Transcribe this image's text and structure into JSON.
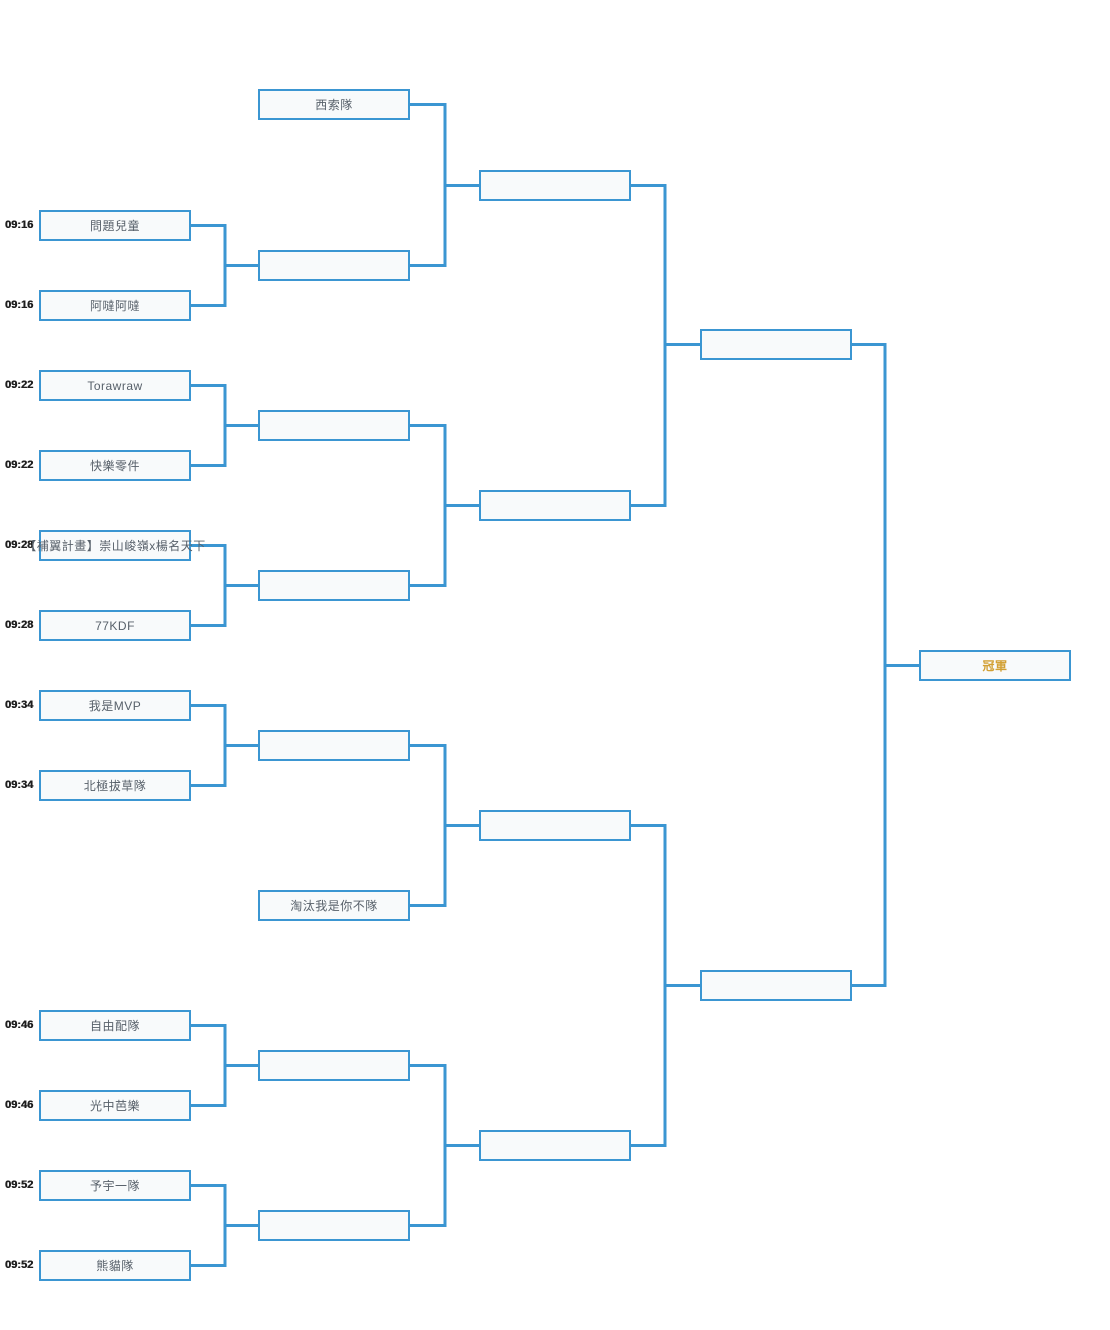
{
  "bracket": {
    "round1": [
      {
        "team": "問題兒童",
        "time": "09:16"
      },
      {
        "team": "阿噠阿噠",
        "time": "09:16"
      },
      {
        "team": "Torawraw",
        "time": "09:22"
      },
      {
        "team": "快樂零件",
        "time": "09:22"
      },
      {
        "team": "【補翼計畫】崇山峻嶺x楊名天下",
        "time": "09:28"
      },
      {
        "team": "77KDF",
        "time": "09:28"
      },
      {
        "team": "我是MVP",
        "time": "09:34"
      },
      {
        "team": "北極拔草隊",
        "time": "09:34"
      },
      {
        "team": "自由配隊",
        "time": "09:46"
      },
      {
        "team": "光中芭樂",
        "time": "09:46"
      },
      {
        "team": "予宇一隊",
        "time": "09:52"
      },
      {
        "team": "熊貓隊",
        "time": "09:52"
      }
    ],
    "round2": [
      {
        "team": "西索隊"
      },
      {
        "team": ""
      },
      {
        "team": ""
      },
      {
        "team": ""
      },
      {
        "team": ""
      },
      {
        "team": "淘汰我是你不隊"
      },
      {
        "team": ""
      },
      {
        "team": ""
      }
    ],
    "round3": [
      {
        "team": ""
      },
      {
        "team": ""
      },
      {
        "team": ""
      },
      {
        "team": ""
      }
    ],
    "semifinals": [
      {
        "team": ""
      },
      {
        "team": ""
      }
    ],
    "final": {
      "label": "冠軍"
    }
  },
  "colors": {
    "connector": "#3b96d2",
    "box_fill": "#f8fafb",
    "team_text": "#57606a",
    "time_text": "#1f1f1f",
    "champion_text": "#d2a034"
  }
}
